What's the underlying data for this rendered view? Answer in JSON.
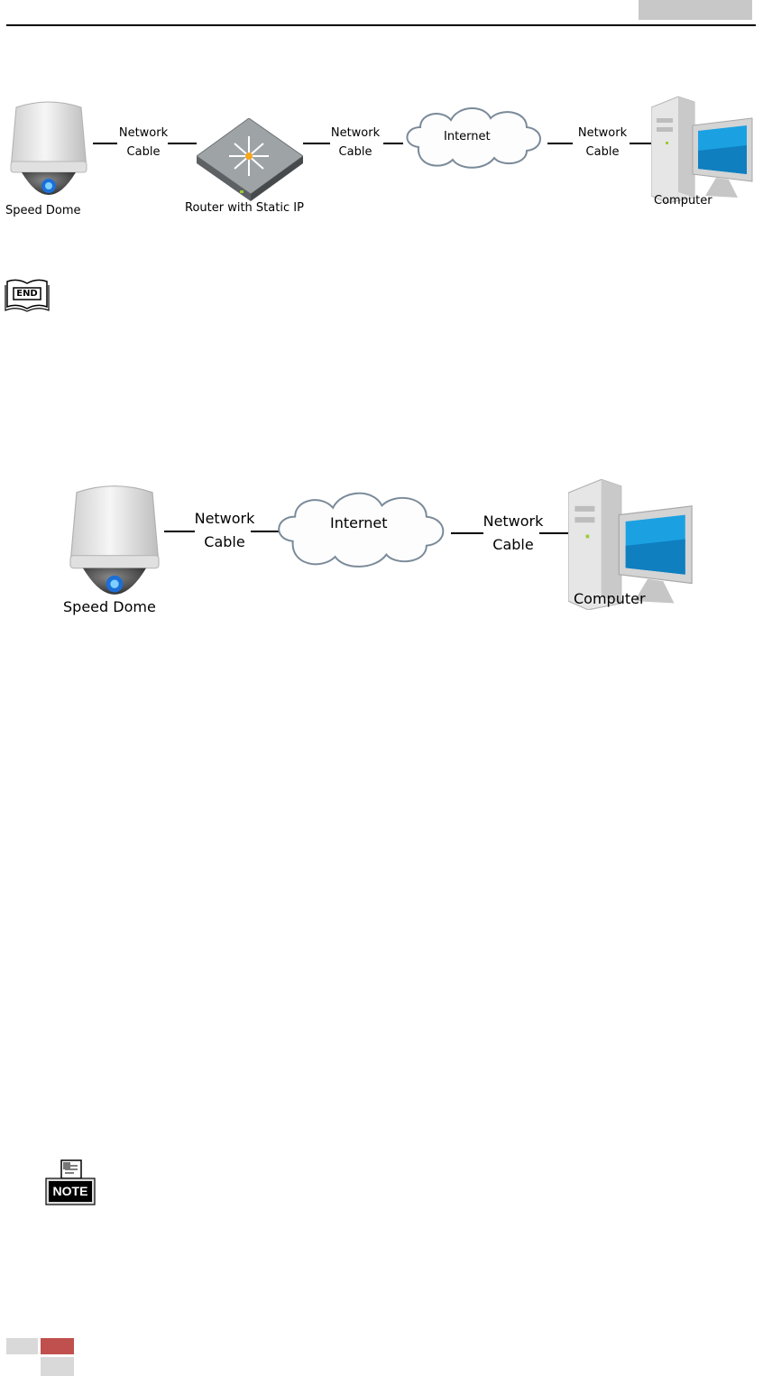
{
  "diagram1": {
    "speed_dome_label": "Speed Dome",
    "cable1_line1": "Network",
    "cable1_line2": "Cable",
    "router_label": "Router with Static IP",
    "cable2_line1": "Network",
    "cable2_line2": "Cable",
    "internet_label": "Internet",
    "cable3_line1": "Network",
    "cable3_line2": "Cable",
    "computer_label": "Computer"
  },
  "end_icon": {
    "text": "END",
    "icon": "end-book-icon"
  },
  "diagram2": {
    "speed_dome_label": "Speed Dome",
    "cable1_line1": "Network",
    "cable1_line2": "Cable",
    "internet_label": "Internet",
    "cable2_line1": "Network",
    "cable2_line2": "Cable",
    "computer_label": "Computer"
  },
  "note_icon": {
    "text": "NOTE",
    "icon": "note-icon"
  },
  "colors": {
    "footer_red": "#c0504d",
    "footer_gray": "#d9d9d9",
    "header_gray": "#c8c8c8",
    "screen_blue": "#1ba1e2"
  }
}
